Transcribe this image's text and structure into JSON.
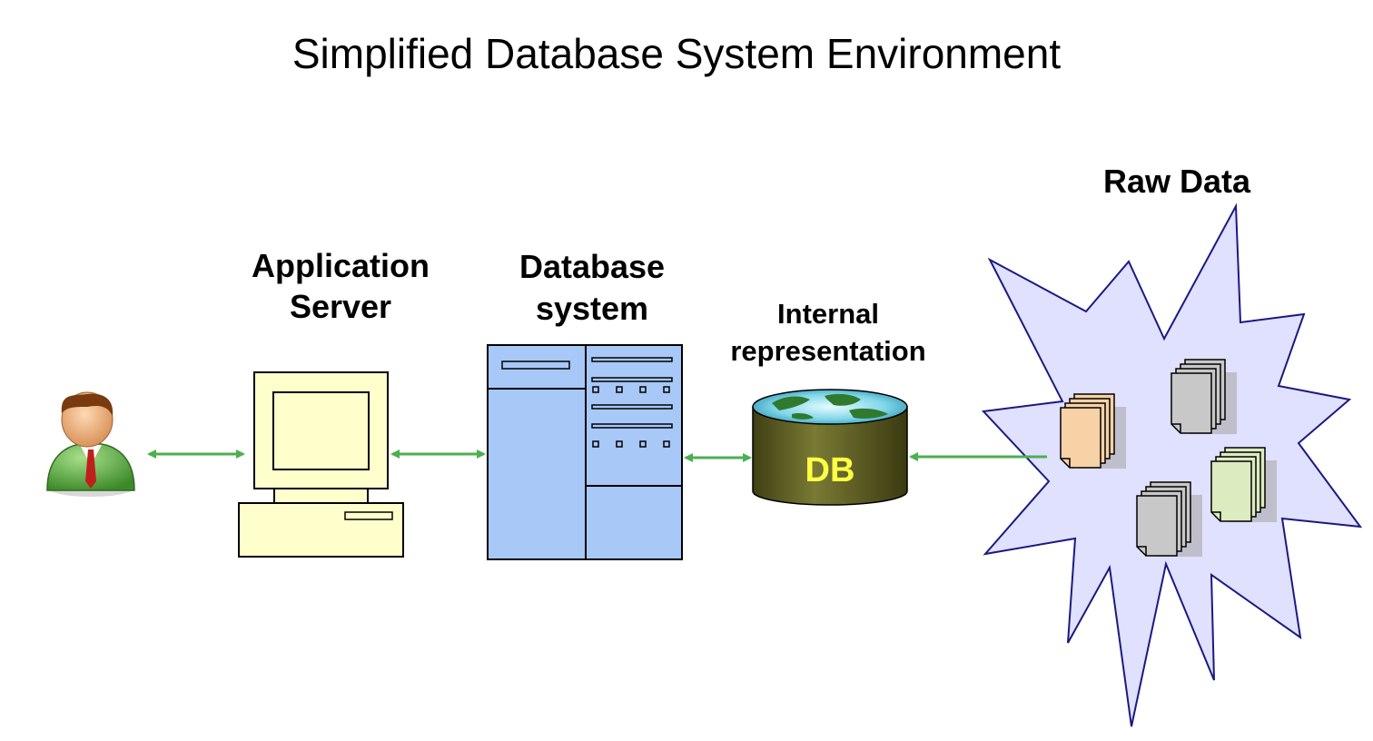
{
  "title": "Simplified Database System Environment",
  "nodes": {
    "user": {
      "icon": "user-icon"
    },
    "application_server": {
      "label_line1": "Application",
      "label_line2": "Server",
      "icon": "computer-icon"
    },
    "database_system": {
      "label_line1": "Database",
      "label_line2": "system",
      "icon": "server-cabinet-icon"
    },
    "internal_representation": {
      "label_line1": "Internal",
      "label_line2": "representation",
      "db_label": "DB",
      "icon": "database-cylinder-icon"
    },
    "raw_data": {
      "label": "Raw Data",
      "icon": "starburst-icon"
    }
  },
  "edges": [
    {
      "from": "user",
      "to": "application_server",
      "direction": "both"
    },
    {
      "from": "application_server",
      "to": "database_system",
      "direction": "both"
    },
    {
      "from": "database_system",
      "to": "internal_representation",
      "direction": "both"
    },
    {
      "from": "raw_data",
      "to": "internal_representation",
      "direction": "forward"
    }
  ],
  "colors": {
    "arrow": "#4caf50",
    "computer_fill": "#ffffcc",
    "server_fill": "#a8c8f8",
    "db_body": "#6b6b2a",
    "db_text": "#ffff44",
    "starburst_fill": "#e0e0ff",
    "starburst_stroke": "#1a1a80"
  }
}
